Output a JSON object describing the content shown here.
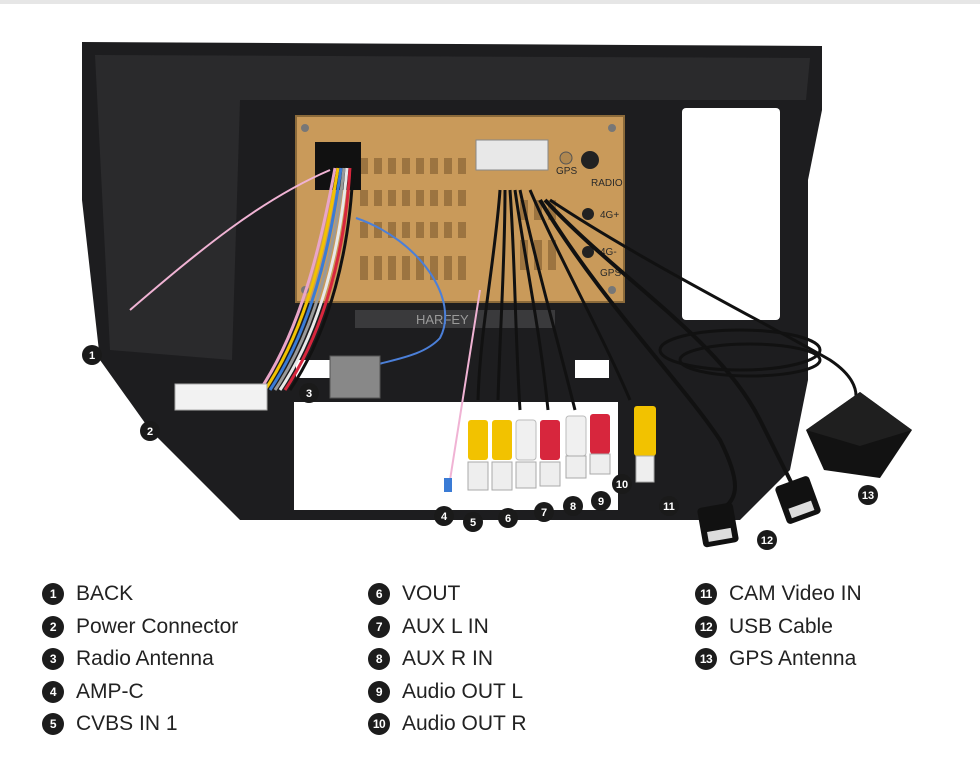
{
  "watermark": "HARFEY",
  "panel_labels": {
    "gps": "GPS",
    "radio": "RADIO",
    "fourg_plus": "4G+",
    "fourg_minus": "4G-",
    "gps2": "GPS"
  },
  "callouts": [
    "1",
    "2",
    "3",
    "4",
    "5",
    "6",
    "7",
    "8",
    "9",
    "10",
    "11",
    "12",
    "13"
  ],
  "legend": {
    "col1": [
      {
        "num": "1",
        "label": "BACK"
      },
      {
        "num": "2",
        "label": "Power Connector"
      },
      {
        "num": "3",
        "label": "Radio Antenna"
      },
      {
        "num": "4",
        "label": "AMP-C"
      },
      {
        "num": "5",
        "label": "CVBS IN 1"
      }
    ],
    "col2": [
      {
        "num": "6",
        "label": "VOUT"
      },
      {
        "num": "7",
        "label": "AUX L IN"
      },
      {
        "num": "8",
        "label": "AUX R IN"
      },
      {
        "num": "9",
        "label": "Audio OUT L"
      },
      {
        "num": "10",
        "label": "Audio OUT R"
      }
    ],
    "col3": [
      {
        "num": "11",
        "label": "CAM Video IN"
      },
      {
        "num": "12",
        "label": "USB Cable"
      },
      {
        "num": "13",
        "label": "GPS Antenna"
      }
    ]
  },
  "colors": {
    "frame": "#1d1d1f",
    "board": "#c99a5a",
    "rca_yellow": "#f2c200",
    "rca_red": "#d7263d",
    "rca_white": "#f0f0f0"
  }
}
